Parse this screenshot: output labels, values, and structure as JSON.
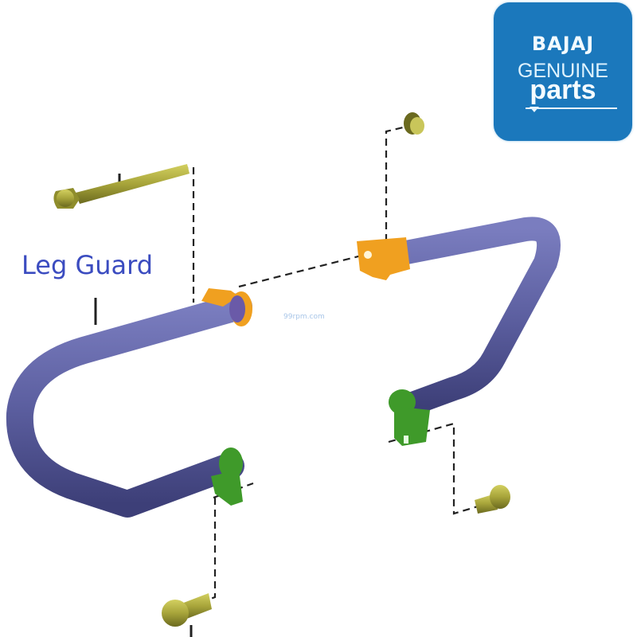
{
  "diagram": {
    "title_label": "Leg Guard",
    "watermark": "99rpm.com",
    "logo": {
      "brand": "BAJAJ",
      "line2": "GENUINE",
      "line3": "parts",
      "background_color": "#1b78bc",
      "text_color": "#e8f6ff"
    },
    "parts": [
      {
        "id": "long-bolt",
        "color": "#a7a43a",
        "description": "long flange bolt, upper left"
      },
      {
        "id": "flange-nut",
        "color": "#b5b530",
        "description": "flange nut, top center"
      },
      {
        "id": "left-upper-bracket",
        "color": "#f0a020",
        "description": "orange mounting bracket, left tube end"
      },
      {
        "id": "right-upper-bracket",
        "color": "#f0a020",
        "description": "orange mounting bracket, right tube end"
      },
      {
        "id": "left-guard-tube",
        "color": "#5c5fa0",
        "description": "left leg guard tube"
      },
      {
        "id": "right-guard-tube",
        "color": "#5c5fa0",
        "description": "right leg guard tube"
      },
      {
        "id": "left-lower-bracket",
        "color": "#3f9a2a",
        "description": "green lower bracket, left"
      },
      {
        "id": "right-lower-bracket",
        "color": "#3f9a2a",
        "description": "green lower bracket, right"
      },
      {
        "id": "left-lower-bolt",
        "color": "#a7a43a",
        "description": "short flange bolt, bottom left"
      },
      {
        "id": "right-lower-bolt",
        "color": "#a7a43a",
        "description": "short flange bolt, lower right"
      }
    ],
    "colors": {
      "tube": "#5c5fa0",
      "bracket_orange": "#f0a020",
      "bracket_green": "#3f9a2a",
      "bolt": "#a7a43a",
      "leader_line": "#222222",
      "label_text": "#3b4cc0"
    }
  }
}
